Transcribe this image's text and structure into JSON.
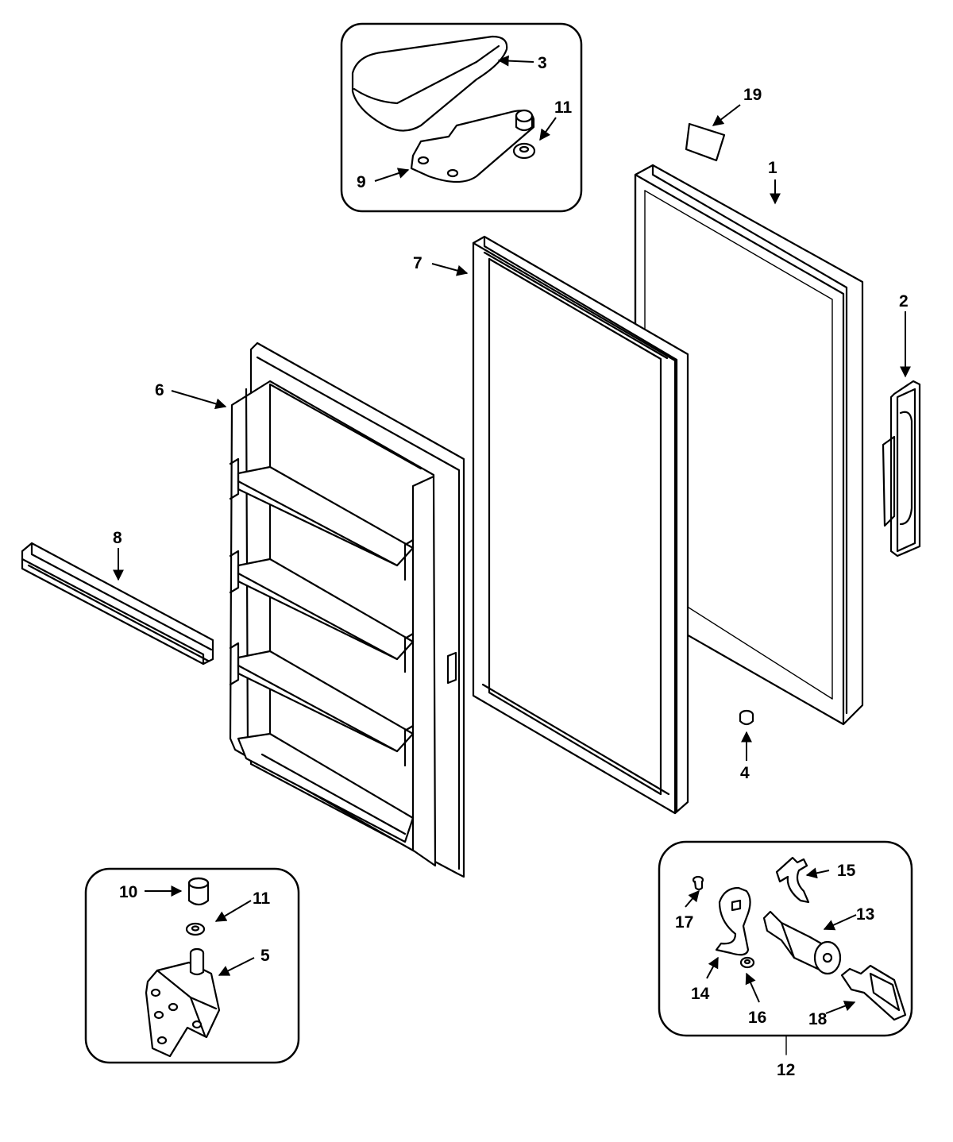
{
  "labels": {
    "p1": "1",
    "p2": "2",
    "p3": "3",
    "p4": "4",
    "p5": "5",
    "p6": "6",
    "p7": "7",
    "p8": "8",
    "p9": "9",
    "p10": "10",
    "p11a": "11",
    "p11b": "11",
    "p12": "12",
    "p13": "13",
    "p14": "14",
    "p15": "15",
    "p16": "16",
    "p17": "17",
    "p18": "18",
    "p19": "19"
  }
}
